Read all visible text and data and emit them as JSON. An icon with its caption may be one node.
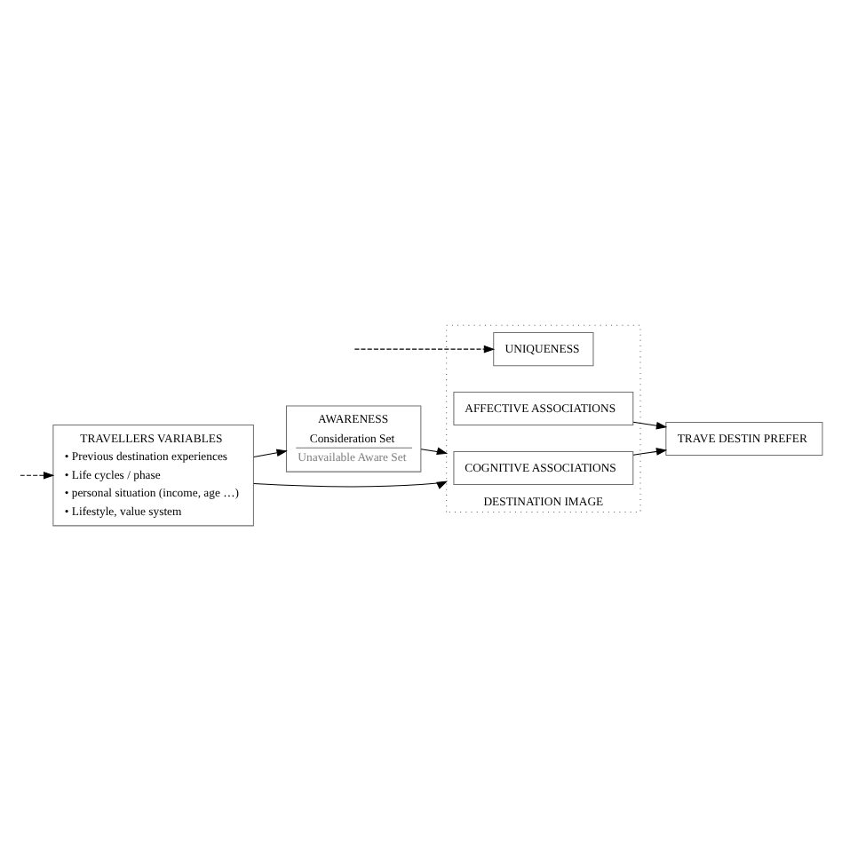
{
  "diagram": {
    "nodes": [
      {
        "text": [
          "TRAVELLERS VARIABLES",
          "• Previous destination experiences",
          "• Life cycles / phase",
          "• personal situation (income, age …)",
          "• Lifestyle, value system"
        ]
      },
      {
        "text": [
          "AWARENESS",
          "Consideration Set",
          "Unavailable Aware Set"
        ]
      },
      {
        "text": [
          "DESTINATION IMAGE"
        ]
      },
      {
        "text": [
          "COGNITIVE ASSOCIATIONS"
        ],
        "in": 2
      },
      {
        "text": [
          "AFFECTIVE ASSOCIATIONS"
        ],
        "in": 2
      },
      {
        "text": [
          "UNIQUENESS"
        ],
        "in": 2
      },
      {
        "text": [
          "TRAVE DESTIN PREFER"
        ]
      }
    ],
    "edges": [
      {
        "from": null,
        "to": 0,
        "arrow": "to",
        "style": "dashed"
      },
      {
        "from": 0,
        "to": 1,
        "arrow": "to"
      },
      {
        "from": 0,
        "to": 2,
        "arrow": "to"
      },
      {
        "from": 1,
        "to": 2,
        "arrow": "to"
      },
      {
        "from": null,
        "to": 5,
        "arrow": "to",
        "style": "dashed"
      },
      {
        "from": 3,
        "to": 6,
        "arrow": "to"
      },
      {
        "from": 4,
        "to": 6,
        "arrow": "to"
      }
    ]
  }
}
